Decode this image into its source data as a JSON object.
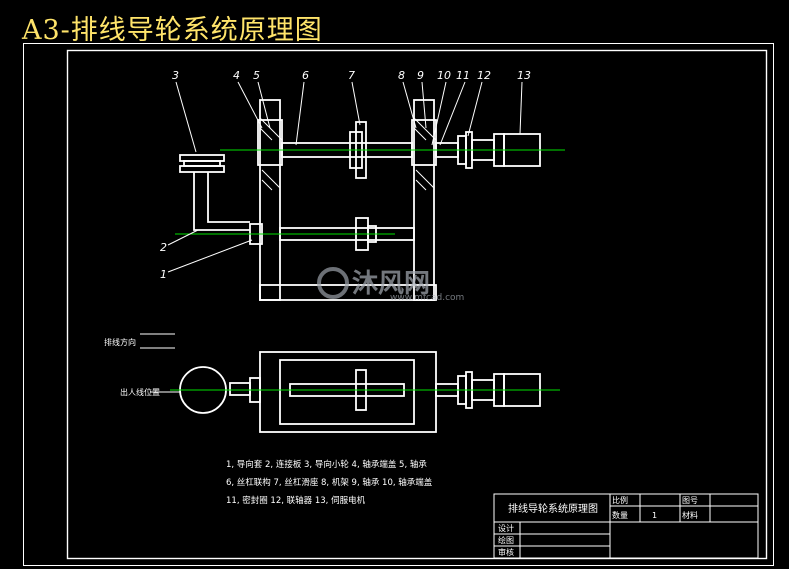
{
  "title": "A3-排线导轮系统原理图",
  "colors": {
    "line": "#ffffff",
    "center": "#00e000",
    "title": "#ffe46a",
    "background": "#000000"
  },
  "callouts": [
    "1",
    "2",
    "3",
    "4",
    "5",
    "6",
    "7",
    "8",
    "9",
    "10",
    "11",
    "12",
    "13"
  ],
  "labels": {
    "direction": "排线方向",
    "position": "出人线位置"
  },
  "legend": [
    "1, 导向套 2, 连接板  3, 导向小轮 4, 轴承端盖 5, 轴承",
    "6, 丝杠联构 7, 丝杠滑座 8, 机架 9, 轴承 10, 轴承端盖",
    "11, 密封圈 12, 联轴器 13, 伺服电机"
  ],
  "watermark": {
    "brand": "沐风网",
    "url": "www.mfcad.com"
  },
  "titleblock": {
    "name": "排线导轮系统原理图",
    "scale_label": "比例",
    "qty_label": "数量",
    "qty_value": "1",
    "drawno_label": "图号",
    "material_label": "材料",
    "design": "设计",
    "draw": "绘图",
    "check": "审核"
  }
}
